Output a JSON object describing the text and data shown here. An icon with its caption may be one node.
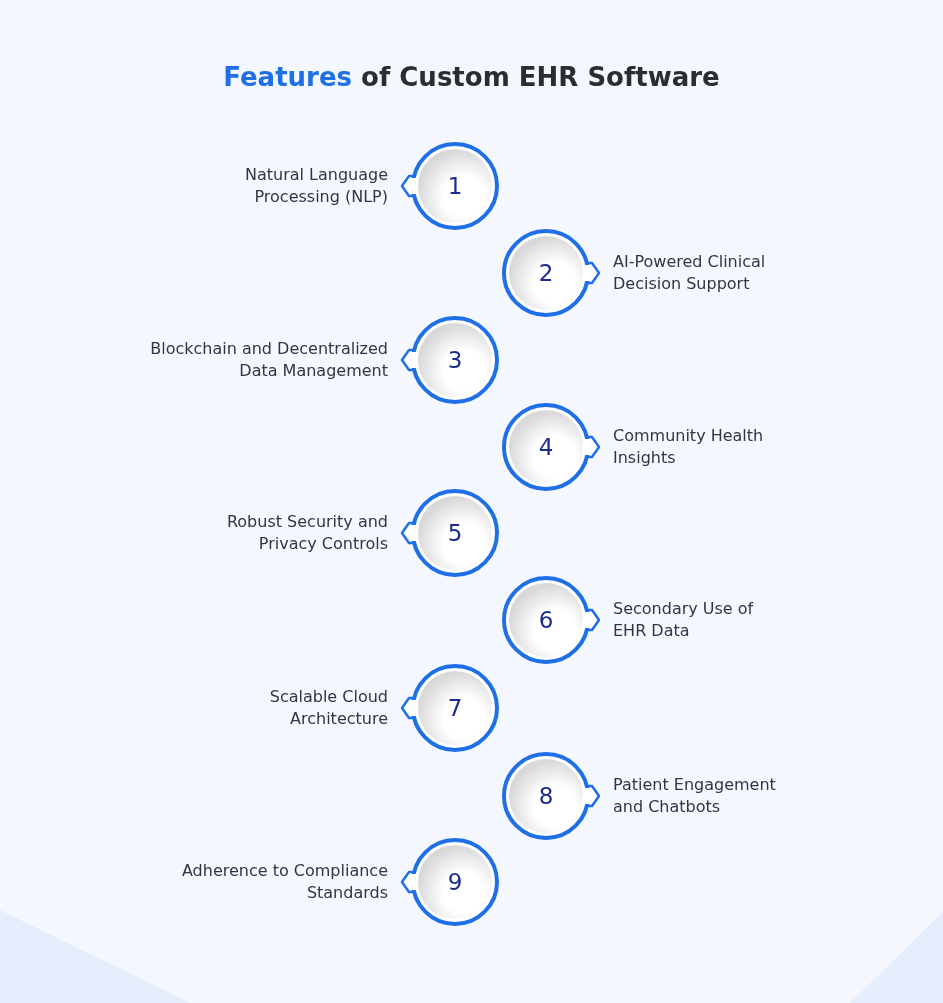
{
  "diagram": {
    "title": "Features of Custom EHR Software",
    "nodes": [
      {
        "text": [
          "1"
        ],
        "beside": [
          "Natural Language Processing (NLP)"
        ]
      },
      {
        "text": [
          "2"
        ],
        "beside": [
          "AI-Powered Clinical Decision Support"
        ]
      },
      {
        "text": [
          "3"
        ],
        "beside": [
          "Blockchain and Decentralized Data Management"
        ]
      },
      {
        "text": [
          "4"
        ],
        "beside": [
          "Community Health Insights"
        ]
      },
      {
        "text": [
          "5"
        ],
        "beside": [
          "Robust Security and Privacy Controls"
        ]
      },
      {
        "text": [
          "6"
        ],
        "beside": [
          "Secondary Use of EHR Data"
        ]
      },
      {
        "text": [
          "7"
        ],
        "beside": [
          "Scalable Cloud Architecture"
        ]
      },
      {
        "text": [
          "8"
        ],
        "beside": [
          "Patient Engagement and Chatbots"
        ]
      },
      {
        "text": [
          "9"
        ],
        "beside": [
          "Adherence to Compliance Standards"
        ]
      }
    ]
  }
}
